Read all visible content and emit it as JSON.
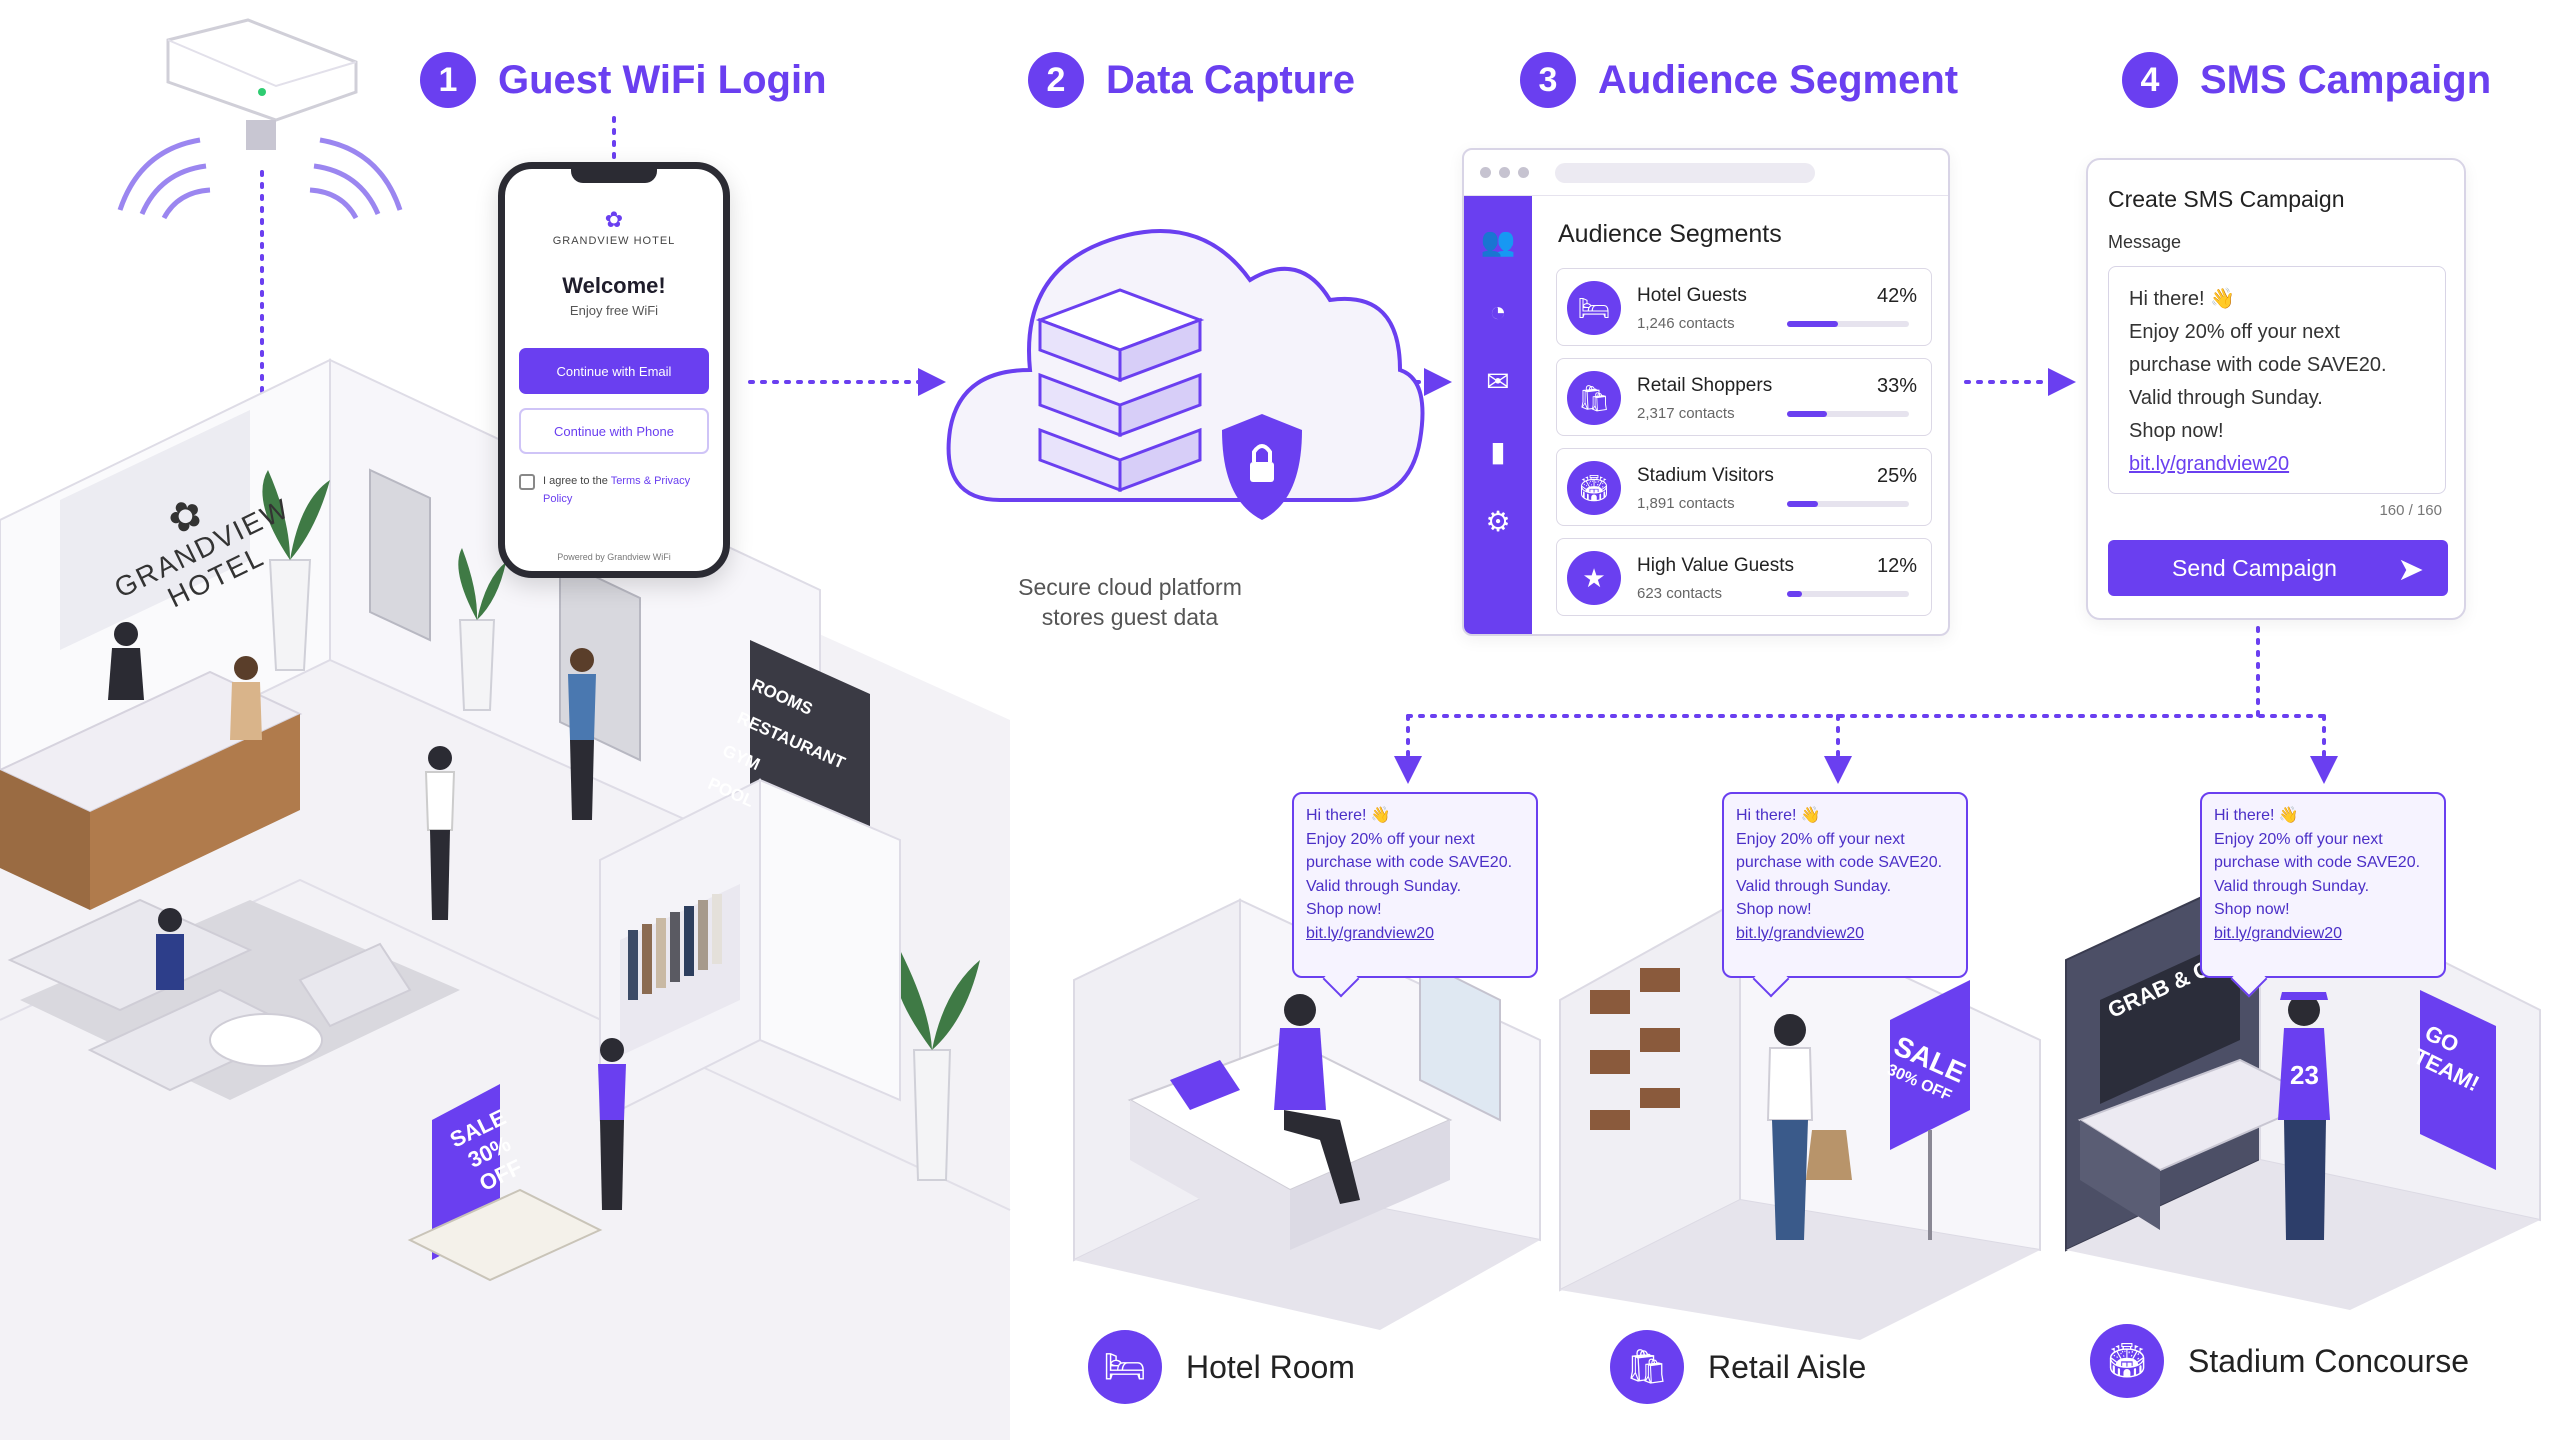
{
  "steps": [
    {
      "num": "1",
      "title": "Guest WiFi Login"
    },
    {
      "num": "2",
      "title": "Data Capture"
    },
    {
      "num": "3",
      "title": "Audience Segment"
    },
    {
      "num": "4",
      "title": "SMS Campaign"
    }
  ],
  "hotel": {
    "sign_line1": "GRANDVIEW",
    "sign_line2": "HOTEL",
    "directory": [
      "ROOMS",
      "RESTAURANT",
      "GYM",
      "POOL"
    ],
    "sale_sign": [
      "SALE",
      "30%",
      "OFF"
    ]
  },
  "phone": {
    "brand": "GRANDVIEW HOTEL",
    "welcome": "Welcome!",
    "subtitle": "Enjoy free WiFi",
    "btn_email": "Continue with Email",
    "btn_phone": "Continue with Phone",
    "agree_text": "I agree to the ",
    "agree_link": "Terms & Privacy Policy",
    "powered": "Powered by Grandview WiFi"
  },
  "cloud": {
    "caption_line1": "Secure cloud platform",
    "caption_line2": "stores guest data"
  },
  "audience": {
    "title": "Audience Segments",
    "segments": [
      {
        "name": "Hotel Guests",
        "count": "1,246 contacts",
        "pct": "42%",
        "fill": 0.42,
        "icon": "bed-icon"
      },
      {
        "name": "Retail Shoppers",
        "count": "2,317 contacts",
        "pct": "33%",
        "fill": 0.33,
        "icon": "shopping-bag-icon"
      },
      {
        "name": "Stadium Visitors",
        "count": "1,891 contacts",
        "pct": "25%",
        "fill": 0.25,
        "icon": "stadium-icon"
      },
      {
        "name": "High Value Guests",
        "count": "623 contacts",
        "pct": "12%",
        "fill": 0.12,
        "icon": "star-icon"
      }
    ]
  },
  "sms": {
    "title": "Create SMS Campaign",
    "label": "Message",
    "line1": "Hi there! 👋",
    "line2": "Enjoy 20% off your next",
    "line3": "purchase with code SAVE20.",
    "line4": "Valid through Sunday.",
    "line5": "Shop now!",
    "link": "bit.ly/grandview20",
    "counter": "160 / 160",
    "send": "Send Campaign"
  },
  "bubble": {
    "line1": "Hi there! 👋",
    "line2": "Enjoy 20% off your next",
    "line3": "purchase with code SAVE20.",
    "line4": "Valid through Sunday.",
    "line5": "Shop now!",
    "link": "bit.ly/grandview20"
  },
  "scenes": {
    "retail_sale": [
      "SALE",
      "30% OFF"
    ],
    "stadium_sign": "GRAB & GO",
    "stadium_banner": [
      "GO",
      "TEAM!"
    ],
    "jersey": "23"
  },
  "locations": [
    {
      "name": "Hotel Room",
      "icon": "bed-icon"
    },
    {
      "name": "Retail Aisle",
      "icon": "shopping-bag-icon"
    },
    {
      "name": "Stadium Concourse",
      "icon": "stadium-icon"
    }
  ],
  "colors": {
    "accent": "#6a3ff0",
    "accent_light": "#f6f3ff"
  }
}
